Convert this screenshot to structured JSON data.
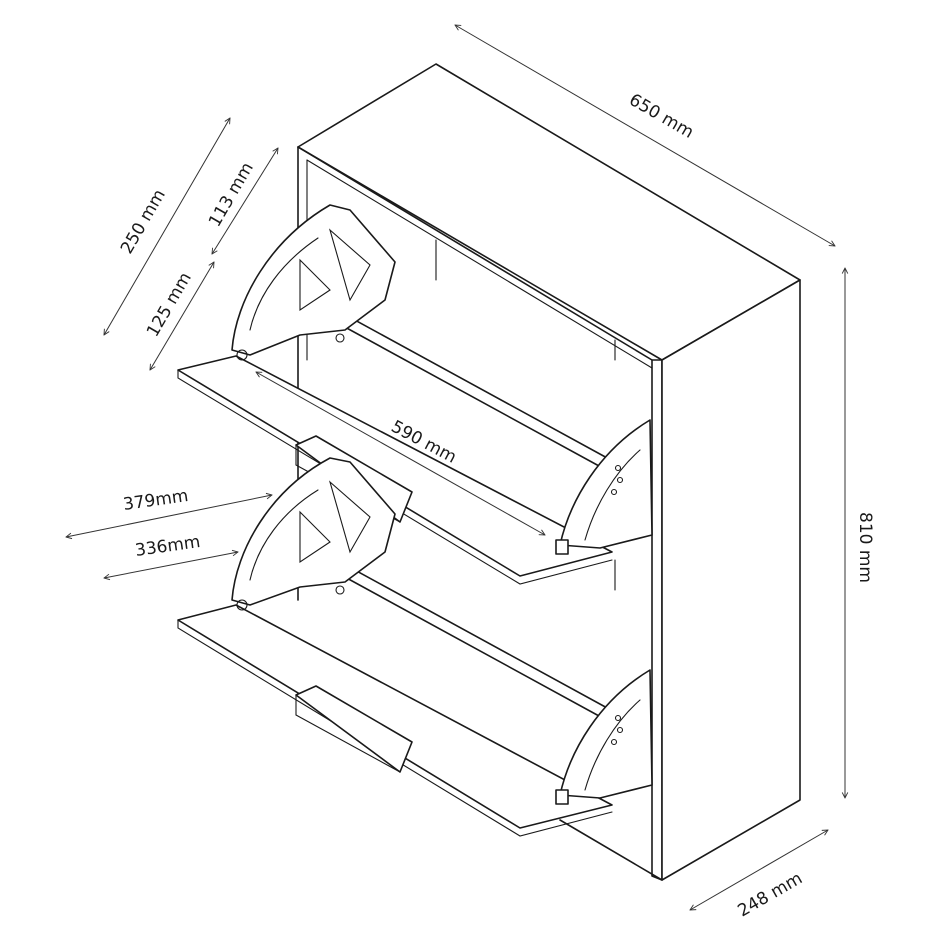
{
  "dimensions": {
    "width": "650 mm",
    "height": "810 mm",
    "depth": "248 mm",
    "inner_width": "590 mm",
    "compartment_height": "250 mm",
    "upper_section": "113 mm",
    "lower_section": "125 mm",
    "open_depth": "379mm",
    "flap_depth": "336mm"
  },
  "colors": {
    "stroke": "#1a1a1a",
    "background": "#ffffff"
  }
}
